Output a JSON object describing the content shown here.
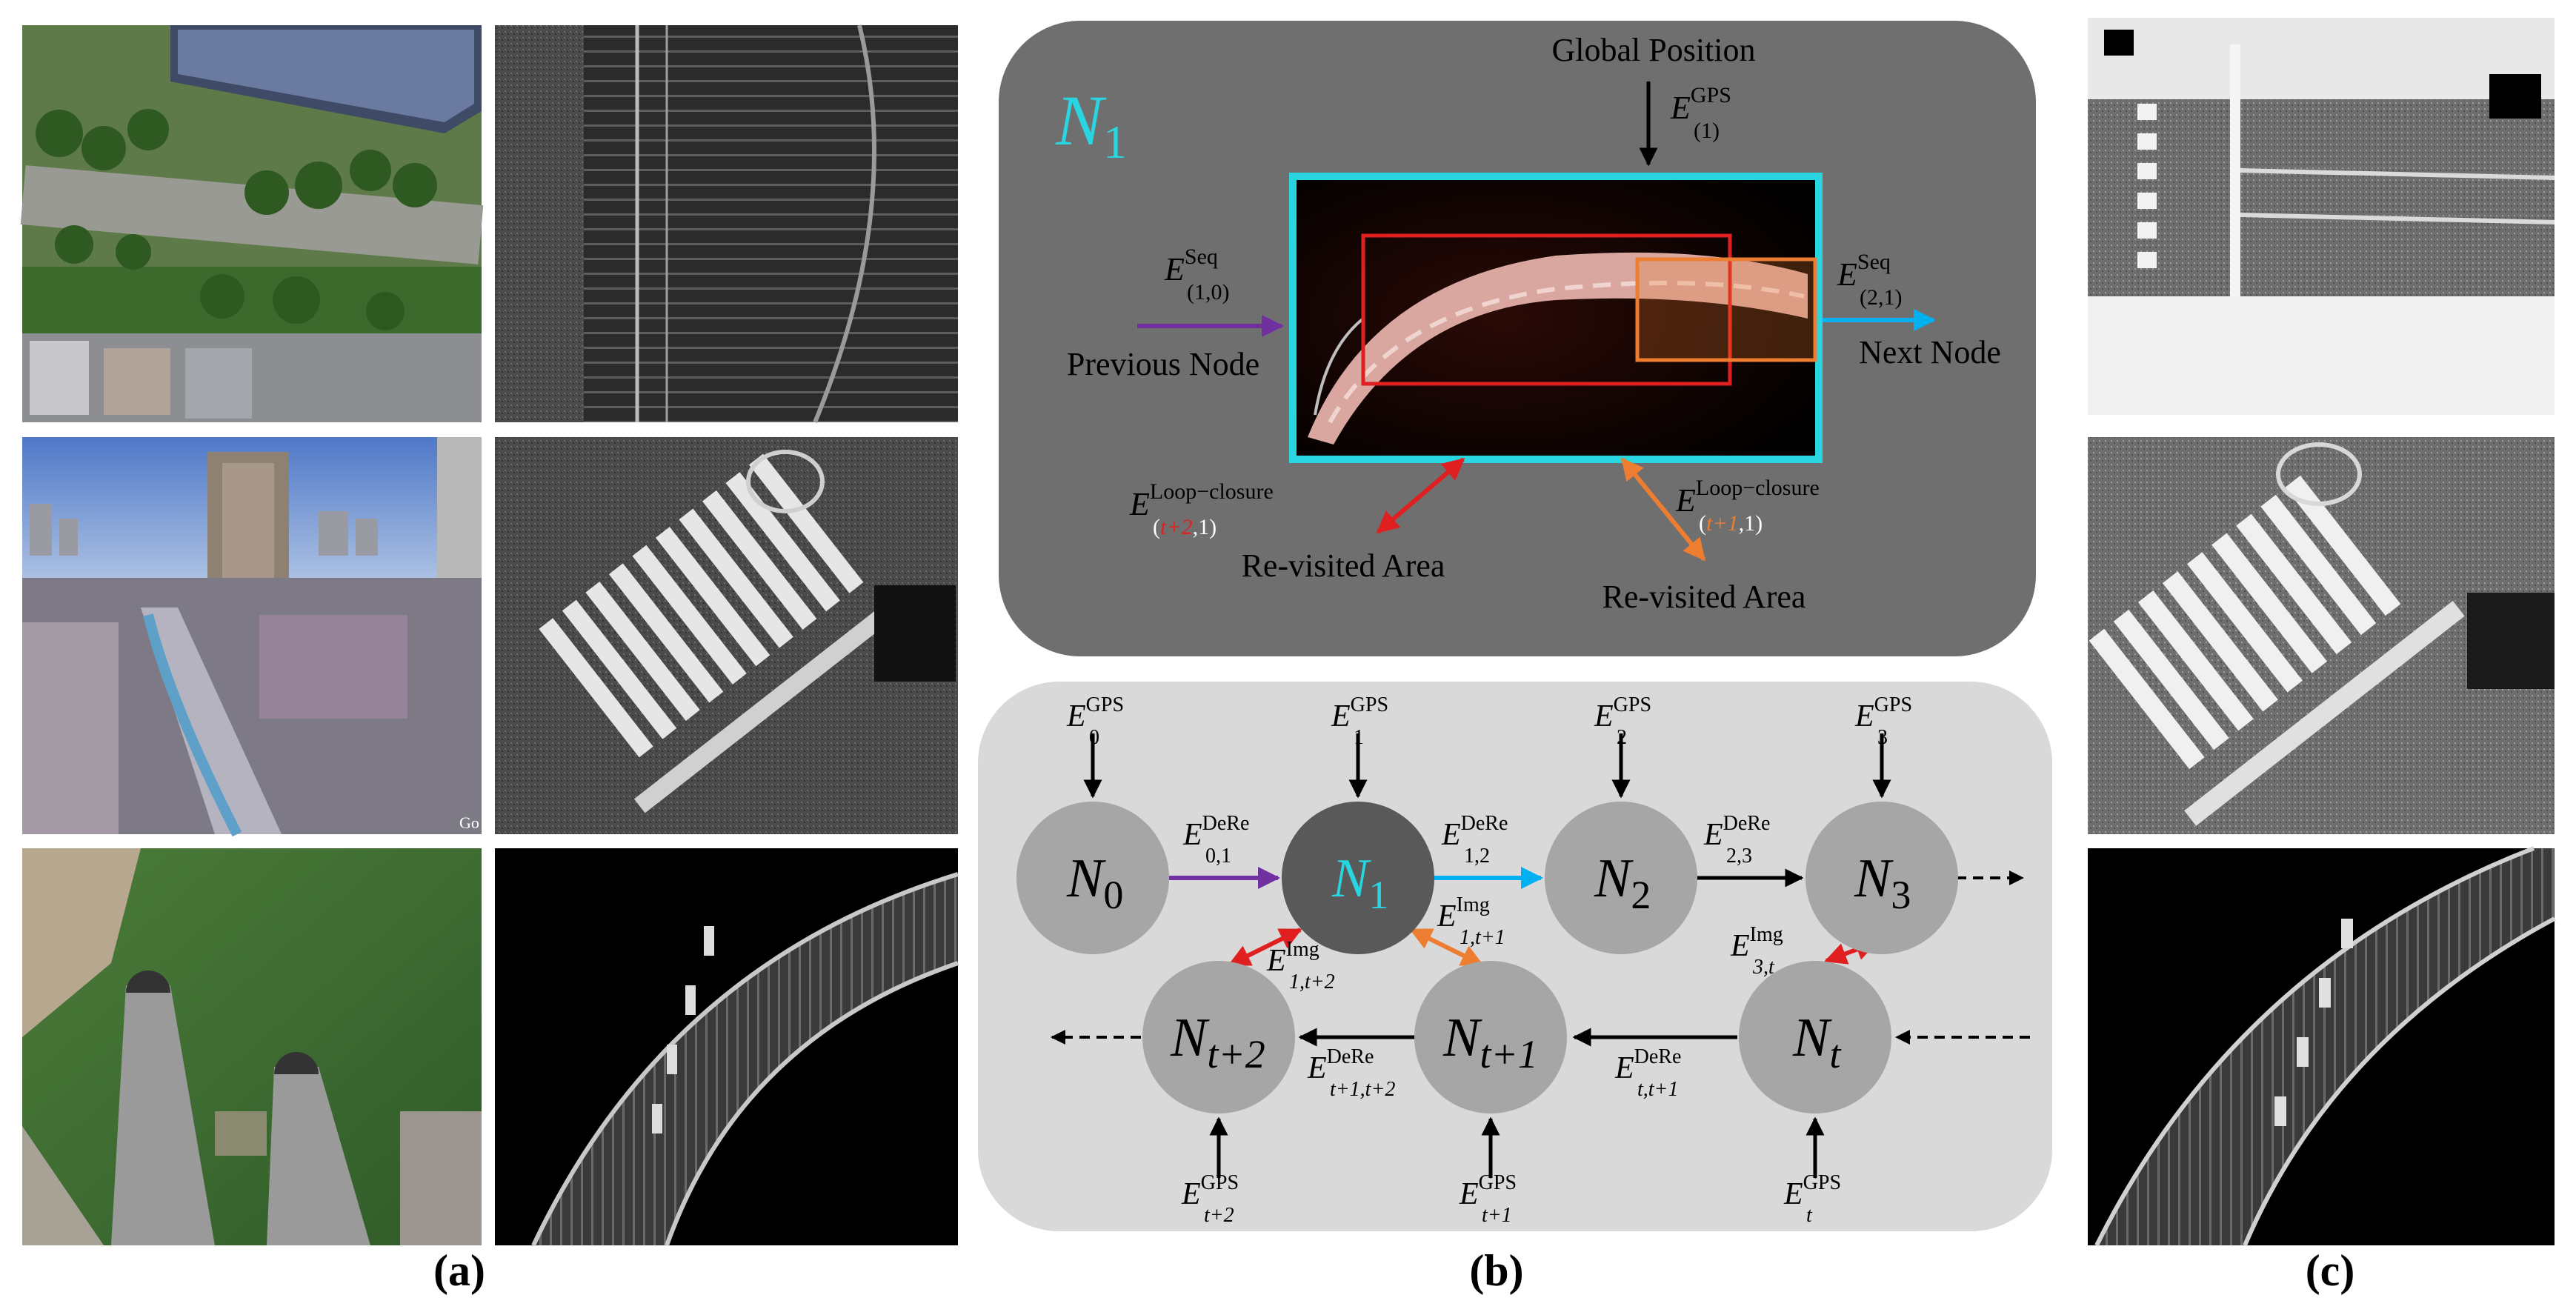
{
  "panels": {
    "a": "(a)",
    "b": "(b)",
    "c": "(c)"
  },
  "photos_a": [
    {
      "name": "aerial-campus-photo",
      "kind": "aerial"
    },
    {
      "name": "city-rail-photo",
      "kind": "city"
    },
    {
      "name": "tunnel-highway-photo",
      "kind": "tunnel"
    }
  ],
  "node_detail": {
    "node_title": "N",
    "node_sub": "1",
    "global_position": "Global Position",
    "gps_sup": "GPS",
    "gps_sub": "(1)",
    "seq_sup": "Seq",
    "seq_in_sub": "(1,0)",
    "seq_out_sub": "(2,1)",
    "previous_node": "Previous Node",
    "next_node": "Next Node",
    "loop_sup": "Loop−closure",
    "loop_left_sub_a": "(",
    "loop_left_sub_b": "t+2",
    "loop_left_sub_c": ",1)",
    "loop_right_sub_a": "(",
    "loop_right_sub_b": "t+1",
    "loop_right_sub_c": ",1)",
    "revisited_left": "Re-visited Area",
    "revisited_right": "Re-visited Area"
  },
  "graph": {
    "nodes": [
      {
        "name": "node-n0",
        "base": "N",
        "sub": "0"
      },
      {
        "name": "node-n1",
        "base": "N",
        "sub": "1"
      },
      {
        "name": "node-n2",
        "base": "N",
        "sub": "2"
      },
      {
        "name": "node-n3",
        "base": "N",
        "sub": "3"
      },
      {
        "name": "node-nt",
        "base": "N",
        "sub": "t"
      },
      {
        "name": "node-nt1",
        "base": "N",
        "sub": "t+1"
      },
      {
        "name": "node-nt2",
        "base": "N",
        "sub": "t+2"
      }
    ],
    "gps_labels": [
      {
        "sub": "0",
        "sup": "GPS"
      },
      {
        "sub": "1",
        "sup": "GPS"
      },
      {
        "sub": "2",
        "sup": "GPS"
      },
      {
        "sub": "3",
        "sup": "GPS"
      },
      {
        "sub": "t+2",
        "sup": "GPS"
      },
      {
        "sub": "t+1",
        "sup": "GPS"
      },
      {
        "sub": "t",
        "sup": "GPS"
      }
    ],
    "edge_labels": [
      {
        "sub": "0,1",
        "sup": "DeRe"
      },
      {
        "sub": "1,2",
        "sup": "DeRe"
      },
      {
        "sub": "2,3",
        "sup": "DeRe"
      },
      {
        "sub": "t,t+1",
        "sup": "DeRe"
      },
      {
        "sub": "t+1,t+2",
        "sup": "DeRe"
      },
      {
        "sub": "1,t+1",
        "sup": "Img"
      },
      {
        "sub": "1,t+2",
        "sup": "Img"
      },
      {
        "sub": "3,t",
        "sup": "Img"
      }
    ],
    "edge_symbol": "E"
  },
  "colors": {
    "node_panel_bg": "#6f6f6f",
    "graph_panel_bg": "#d9d9d9",
    "node_fill": "#a6a6a6",
    "node_fill_active": "#595959",
    "cyan": "#29d5e0",
    "purple": "#7030a0",
    "blue": "#00b0f0",
    "red": "#e02020",
    "orange": "#ed7d31"
  }
}
